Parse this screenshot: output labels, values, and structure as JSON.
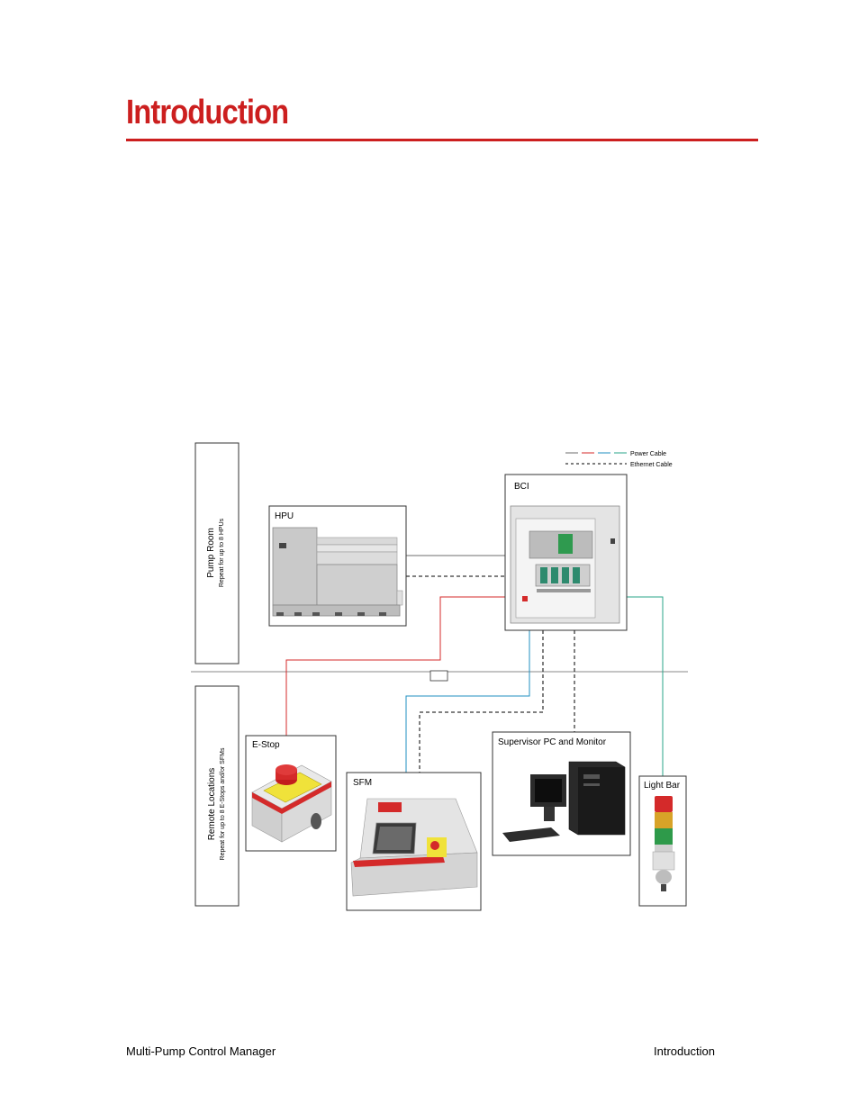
{
  "page": {
    "title": "Introduction",
    "footer_left": "Multi-Pump Control Manager",
    "footer_right": "Introduction",
    "accent_color": "#cc1f1f"
  },
  "diagram": {
    "legend": {
      "power": "Power Cable",
      "ethernet": "Ethernet Cable"
    },
    "zones": {
      "pump_room": "Pump Room",
      "pump_room_note": "Repeat for up to 8 HPUs",
      "remote": "Remote Locations",
      "remote_note": "Repeat for up to 8 E-Stops and/or SFMs"
    },
    "components": {
      "hpu": "HPU",
      "bci": "BCI",
      "estop": "E-Stop",
      "sfm": "SFM",
      "supervisor": "Supervisor PC and Monitor",
      "lightbar": "Light Bar"
    },
    "colors": {
      "power_gray": "#6e6e6e",
      "power_red": "#d42a2a",
      "power_blue": "#1f8fc0",
      "power_teal": "#2aa58a",
      "ethernet": "#000000"
    }
  }
}
